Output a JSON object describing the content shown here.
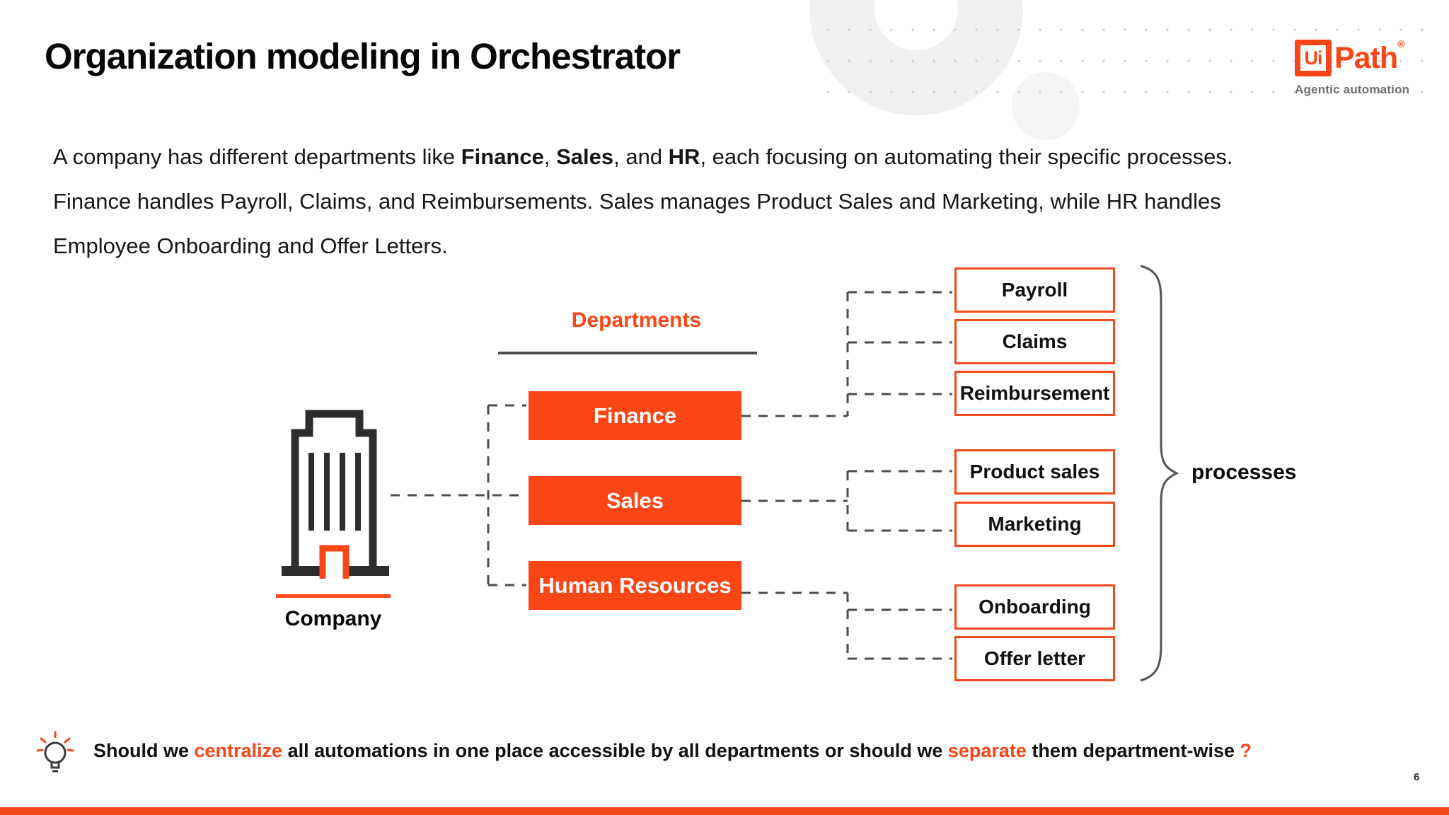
{
  "slide": {
    "title": "Organization modeling in Orchestrator",
    "page_number": "6"
  },
  "logo": {
    "ui": "Ui",
    "path": "Path",
    "registered": "®",
    "tagline": "Agentic automation"
  },
  "paragraph": {
    "p1a": "A company has different departments like ",
    "p1b": "Finance",
    "p1c": ", ",
    "p1d": "Sales",
    "p1e": ", and ",
    "p1f": "HR",
    "p1g": ", each focusing on automating their specific processes.",
    "line2": "Finance handles Payroll, Claims, and Reimbursements. Sales manages Product Sales and Marketing, while HR handles",
    "line3": "Employee Onboarding and Offer Letters."
  },
  "diagram": {
    "company_label": "Company",
    "departments_label": "Departments",
    "processes_label": "processes",
    "departments": [
      {
        "label": "Finance"
      },
      {
        "label": "Sales"
      },
      {
        "label": "Human Resources"
      }
    ],
    "processes": [
      {
        "label": "Payroll"
      },
      {
        "label": "Claims"
      },
      {
        "label": "Reimbursement"
      },
      {
        "label": "Product sales"
      },
      {
        "label": "Marketing"
      },
      {
        "label": "Onboarding"
      },
      {
        "label": "Offer letter"
      }
    ]
  },
  "question": {
    "qa": "Should we ",
    "qb": "centralize",
    "qc": " all automations in one place accessible by all departments or should we ",
    "qd": "separate",
    "qe": " them department-wise ",
    "qf": "?"
  },
  "colors": {
    "accent_orange": "#FA4616",
    "connector_gray": "#4d4d4d",
    "tagline_gray": "#6e6e6e"
  }
}
